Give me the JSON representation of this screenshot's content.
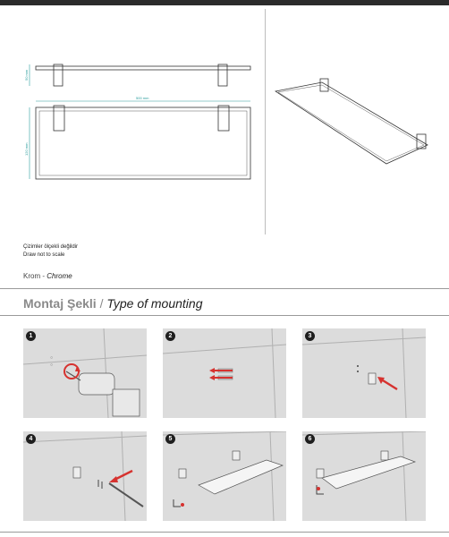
{
  "drawing": {
    "dim_width": "500 mm",
    "dim_height_front": "50 mm",
    "dim_depth": "120 mm"
  },
  "notes": {
    "line_tr": "Çizimler ölçekli değildir",
    "line_en": "Draw not to scale"
  },
  "finish": {
    "tr": "Krom",
    "dash": "-",
    "en": "Chrome"
  },
  "section": {
    "title_tr": "Montaj Şekli",
    "slash": "/",
    "title_en": "Type of mounting"
  },
  "steps": [
    {
      "number": "1",
      "icon": "drill-icon"
    },
    {
      "number": "2",
      "icon": "wall-plug-icon"
    },
    {
      "number": "3",
      "icon": "bracket-icon"
    },
    {
      "number": "4",
      "icon": "screwdriver-icon"
    },
    {
      "number": "5",
      "icon": "glass-shelf-icon"
    },
    {
      "number": "6",
      "icon": "hex-key-icon"
    }
  ],
  "colors": {
    "dimension": "#2a9d9d",
    "arrow": "#d6322f",
    "panel_bg": "#dcdcdc"
  }
}
